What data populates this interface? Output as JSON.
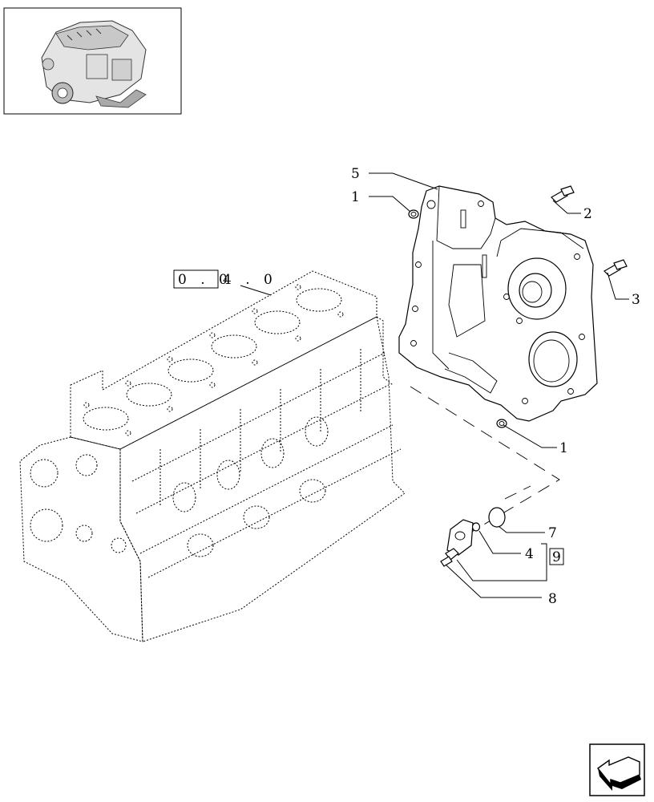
{
  "diagram": {
    "reference_code": {
      "boxed": "0 . 0",
      "rest": "4 . 0"
    },
    "group_label": "9",
    "callouts": [
      {
        "id": "callout-5",
        "label": "5"
      },
      {
        "id": "callout-1-top",
        "label": "1"
      },
      {
        "id": "callout-2",
        "label": "2"
      },
      {
        "id": "callout-3",
        "label": "3"
      },
      {
        "id": "callout-1-bottom",
        "label": "1"
      },
      {
        "id": "callout-7",
        "label": "7"
      },
      {
        "id": "callout-4",
        "label": "4"
      },
      {
        "id": "callout-8",
        "label": "8"
      }
    ]
  },
  "thumbnail": {
    "icon": "engine-thumbnail-icon"
  },
  "navigation": {
    "icon": "next-page-arrow-icon"
  }
}
